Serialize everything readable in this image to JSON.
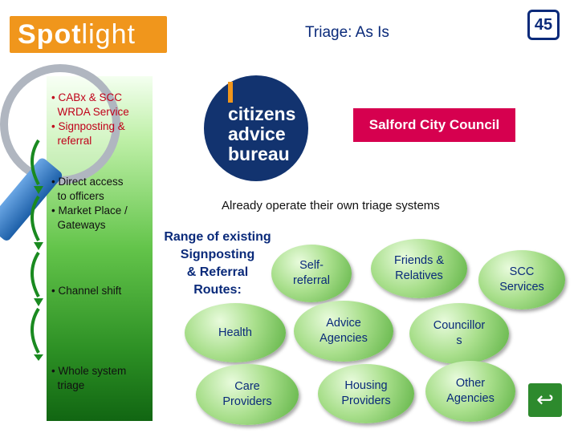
{
  "header": {
    "logo_bold": "Spot",
    "logo_light": "light",
    "title": "Triage: As Is",
    "slide_number": "45"
  },
  "sidebar": {
    "bullets": [
      "• CABx & SCC\n  WRDA Service\n• Signposting &\n  referral",
      "• Direct access\n  to officers\n• Market Place /\n  Gateways",
      "• Channel shift",
      "• Whole system\n  triage"
    ]
  },
  "logos": {
    "cab_text": "citizens\nadvice\nbureau",
    "scc_text": "Salford City Council"
  },
  "main": {
    "operate_text": "Already operate their own triage systems",
    "range_text": "Range of existing\nSignposting\n& Referral\nRoutes:",
    "bubbles": [
      "Self-\nreferral",
      "Friends &\nRelatives",
      "SCC\nServices",
      "Health",
      "Advice\nAgencies",
      "Councillor\ns",
      "Care\nProviders",
      "Housing\nProviders",
      "Other\nAgencies"
    ]
  },
  "nav": {
    "back_icon": "return-arrow-icon",
    "back_glyph": "↩"
  },
  "colors": {
    "logo_bg": "#f0961c",
    "title": "#0a2a7a",
    "scc": "#d6004f",
    "cab": "#12336f"
  }
}
